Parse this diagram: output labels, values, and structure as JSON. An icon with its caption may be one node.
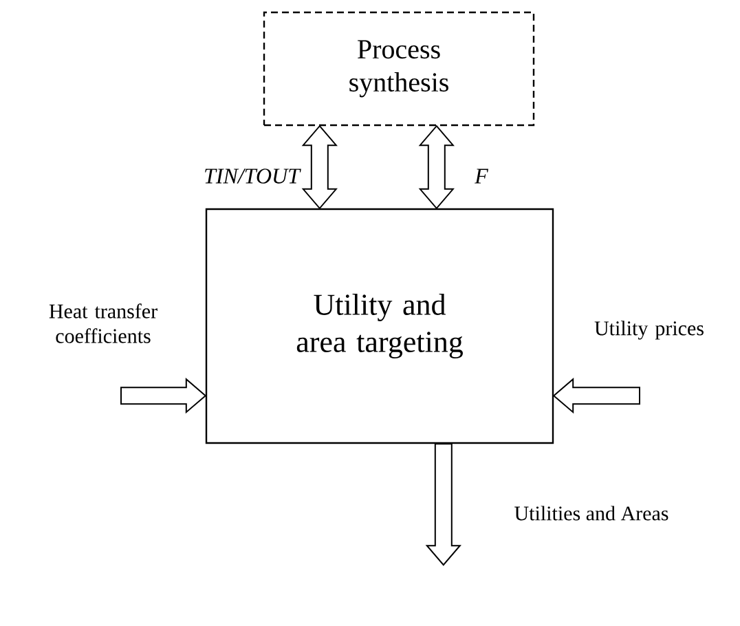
{
  "diagram": {
    "nodes": [
      {
        "text": [
          "Process synthesis"
        ]
      },
      {
        "text": [
          "Utility and area targeting"
        ]
      },
      {
        "text": [
          "Heat transfer coefficients"
        ]
      },
      {
        "text": [
          "Utility prices"
        ]
      }
    ],
    "edges": [
      {
        "from": 0,
        "to": 1,
        "arrow": "both",
        "label": "TIN/TOUT"
      },
      {
        "from": 0,
        "to": 1,
        "arrow": "both",
        "label": "F"
      },
      {
        "from": 2,
        "to": 1,
        "arrow": "to"
      },
      {
        "from": 3,
        "to": 1,
        "arrow": "to"
      },
      {
        "from": 1,
        "to": null,
        "arrow": "to",
        "label": "Utilities and Areas"
      }
    ]
  }
}
